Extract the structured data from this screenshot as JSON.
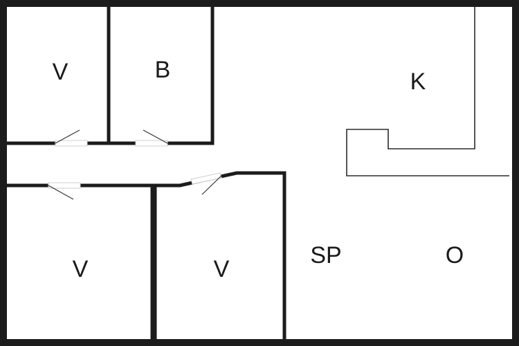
{
  "rooms": {
    "v_top_left": "V",
    "b": "B",
    "k": "K",
    "v_bottom_left": "V",
    "v_bottom_middle": "V",
    "sp": "SP",
    "o": "O"
  }
}
